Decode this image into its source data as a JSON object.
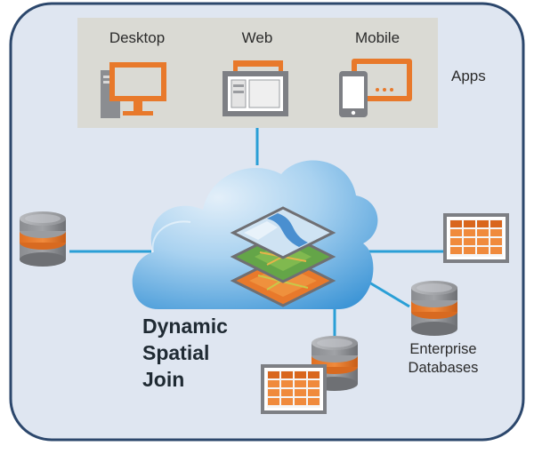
{
  "apps": {
    "group_label": "Apps",
    "items": [
      {
        "label": "Desktop",
        "icon": "desktop-computer-icon"
      },
      {
        "label": "Web",
        "icon": "web-browser-icon"
      },
      {
        "label": "Mobile",
        "icon": "mobile-tablet-icon"
      }
    ]
  },
  "center": {
    "icon": "map-layers-icon",
    "label_lines": [
      "Dynamic",
      "Spatial",
      "Join"
    ]
  },
  "enterprise": {
    "label_lines": [
      "Enterprise",
      "Databases"
    ]
  },
  "colors": {
    "frame_fill": "#dde5f1",
    "frame_stroke": "#2e4a6e",
    "apps_panel": "#dcdcd6",
    "connector": "#2a9fd6",
    "cloud_light": "#cfe3f3",
    "cloud_mid": "#8fc4ea",
    "cloud_dark": "#3f9ad8",
    "orange": "#e8792b",
    "gray": "#7d7f84",
    "dark_gray": "#5d5f63"
  }
}
